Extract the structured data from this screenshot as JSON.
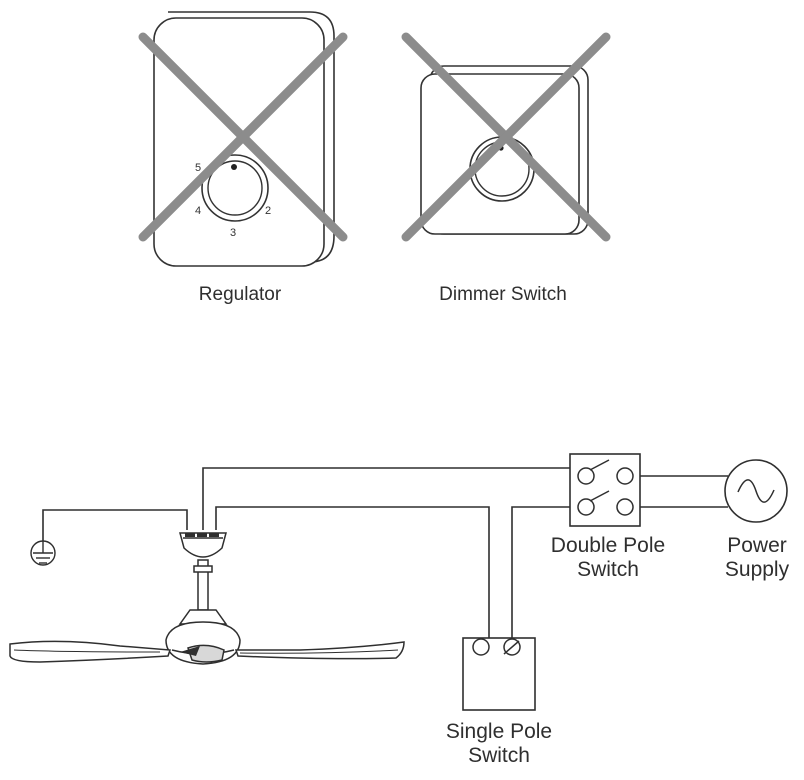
{
  "top_devices": {
    "regulator": {
      "label": "Regulator",
      "dial_numbers": [
        "5",
        "4",
        "3",
        "2"
      ],
      "crossed_out": true
    },
    "dimmer": {
      "label": "Dimmer Switch",
      "crossed_out": true
    }
  },
  "wiring": {
    "double_pole": {
      "line1": "Double Pole",
      "line2": "Switch"
    },
    "power_supply": {
      "line1": "Power",
      "line2": "Supply",
      "symbol": "ac-sine"
    },
    "single_pole": {
      "line1": "Single Pole",
      "line2": "Switch"
    },
    "ground_symbol": "earth-ground-icon",
    "fan": "ceiling-fan"
  },
  "colors": {
    "line": "#2f2f2f",
    "cross": "#8c8c8c"
  }
}
